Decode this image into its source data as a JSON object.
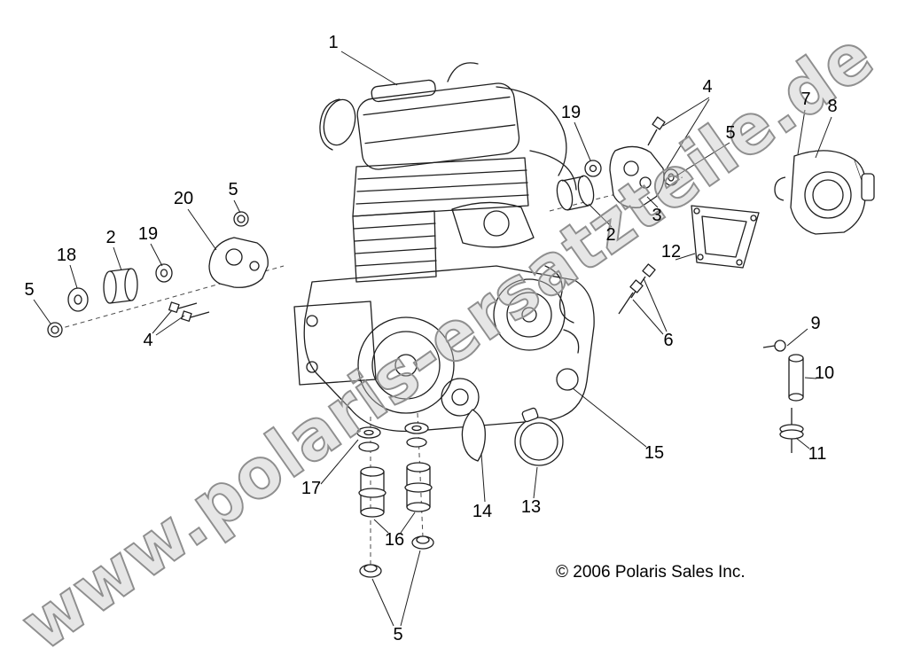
{
  "watermark": "www.polaris-ersatzteile.de",
  "copyright": "© 2006 Polaris Sales Inc.",
  "callouts": [
    {
      "label": "1"
    },
    {
      "label": "19"
    },
    {
      "label": "4"
    },
    {
      "label": "5"
    },
    {
      "label": "7"
    },
    {
      "label": "8"
    },
    {
      "label": "3"
    },
    {
      "label": "2"
    },
    {
      "label": "12"
    },
    {
      "label": "20"
    },
    {
      "label": "5"
    },
    {
      "label": "19"
    },
    {
      "label": "2"
    },
    {
      "label": "18"
    },
    {
      "label": "5"
    },
    {
      "label": "4"
    },
    {
      "label": "6"
    },
    {
      "label": "9"
    },
    {
      "label": "10"
    },
    {
      "label": "11"
    },
    {
      "label": "15"
    },
    {
      "label": "17"
    },
    {
      "label": "14"
    },
    {
      "label": "13"
    },
    {
      "label": "16"
    },
    {
      "label": "5"
    }
  ]
}
